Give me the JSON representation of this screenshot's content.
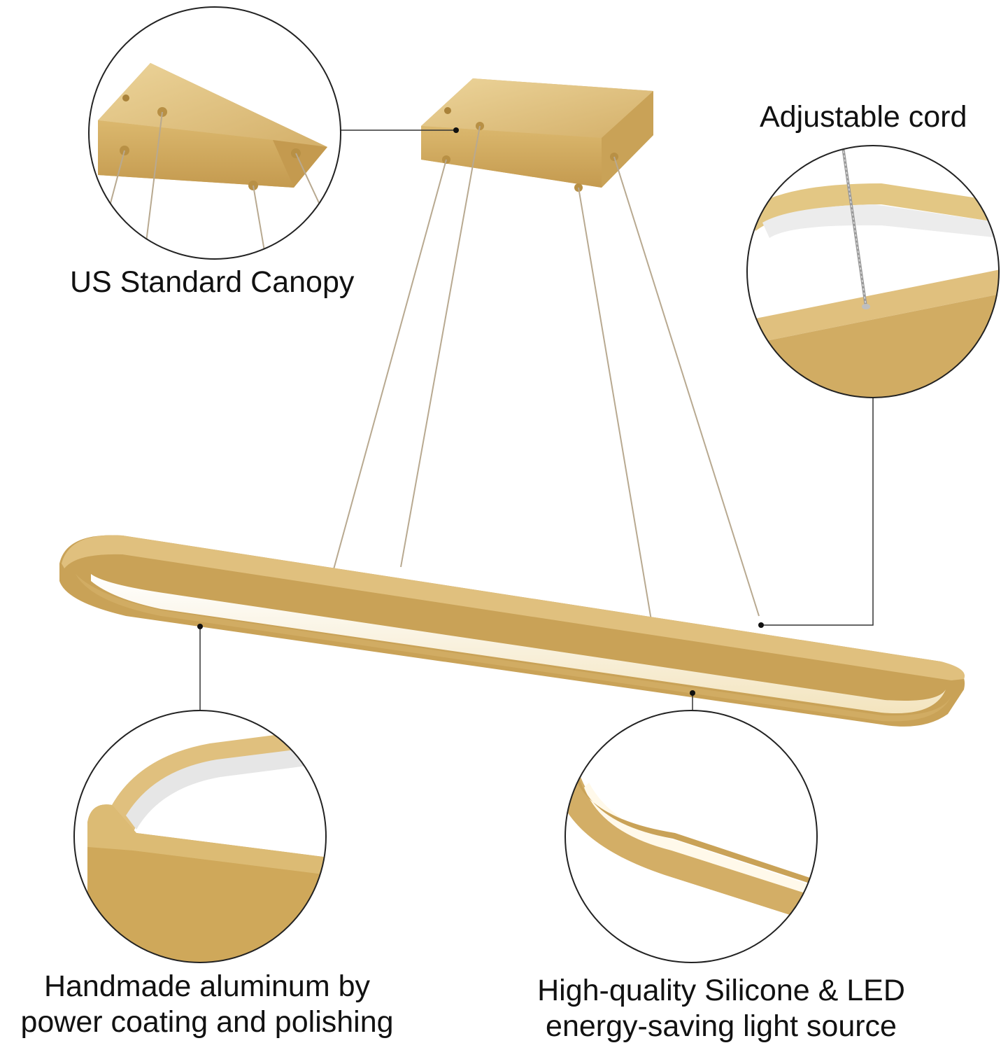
{
  "labels": {
    "canopy": "US Standard Canopy",
    "cord": "Adjustable cord",
    "aluminum_line1": "Handmade aluminum by",
    "aluminum_line2": "power coating and polishing",
    "led_line1": "High-quality Silicone & LED",
    "led_line2": "energy-saving light source"
  },
  "colors": {
    "gold_light": "#e2c584",
    "gold_mid": "#cfa85a",
    "gold_dark": "#b58f43",
    "led_glow": "#fff8e6",
    "callout_line": "#333333",
    "circle_border": "#222222"
  }
}
